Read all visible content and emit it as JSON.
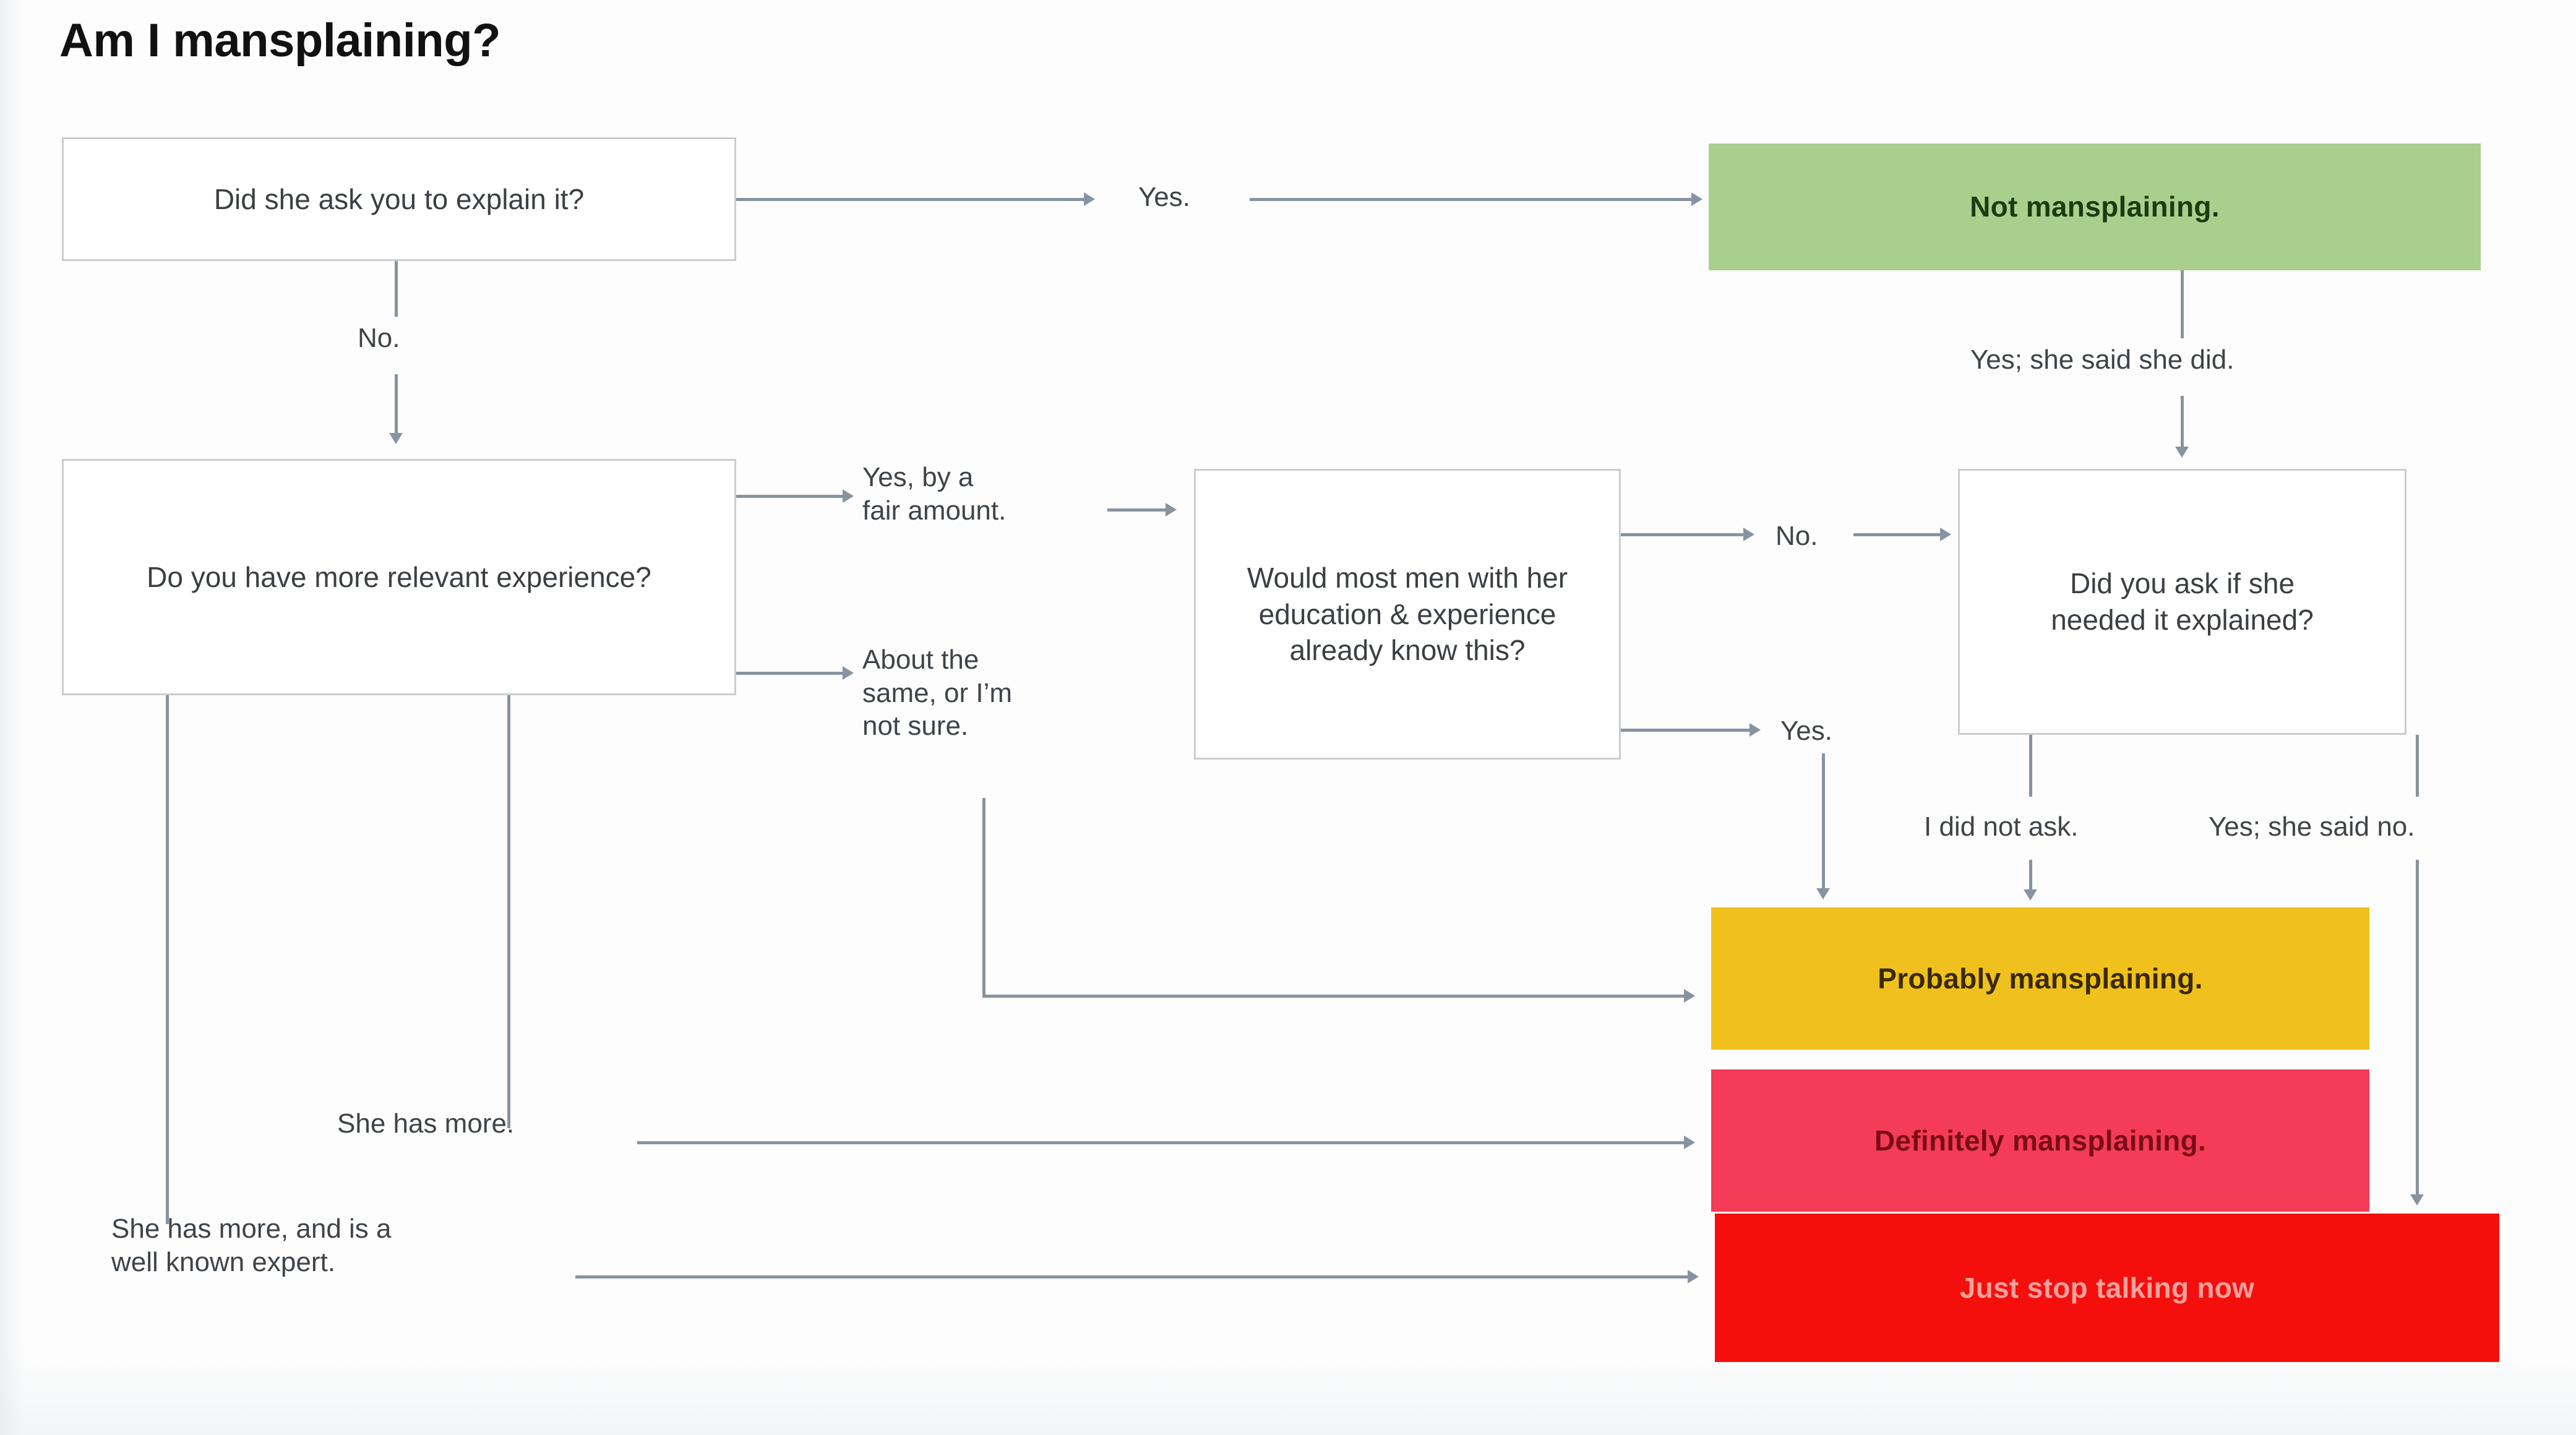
{
  "title": "Am I mansplaining?",
  "nodes": {
    "q1": "Did she ask you to explain it?",
    "q2": "Do you have more relevant experience?",
    "q3": "Would most men with her education & experience already know this?",
    "q4": "Did you ask if she needed it explained?",
    "r_green": "Not mansplaining.",
    "r_yellow": "Probably mansplaining.",
    "r_pink": "Definitely mansplaining.",
    "r_red": "Just stop talking now"
  },
  "edge_labels": {
    "q1_yes": "Yes.",
    "q1_no": "No.",
    "q2_yes_fair": "Yes, by a\nfair amount.",
    "q2_about_same": "About the\nsame, or I’m\nnot sure.",
    "q2_she_has_more": "She has more.",
    "q2_expert": "She has more, and is a\nwell known expert.",
    "q3_no": "No.",
    "q3_yes": "Yes.",
    "q4_yes_she_did": "Yes; she said she did.",
    "q4_did_not_ask": "I did not ask.",
    "q4_she_said_no": "Yes; she said no."
  },
  "colors": {
    "green": "#a9cf8e",
    "yellow": "#f0c11c",
    "pink": "#f43b57",
    "red": "#f40f0c",
    "connector": "#8793a0",
    "box_border": "#c9cdd2"
  }
}
